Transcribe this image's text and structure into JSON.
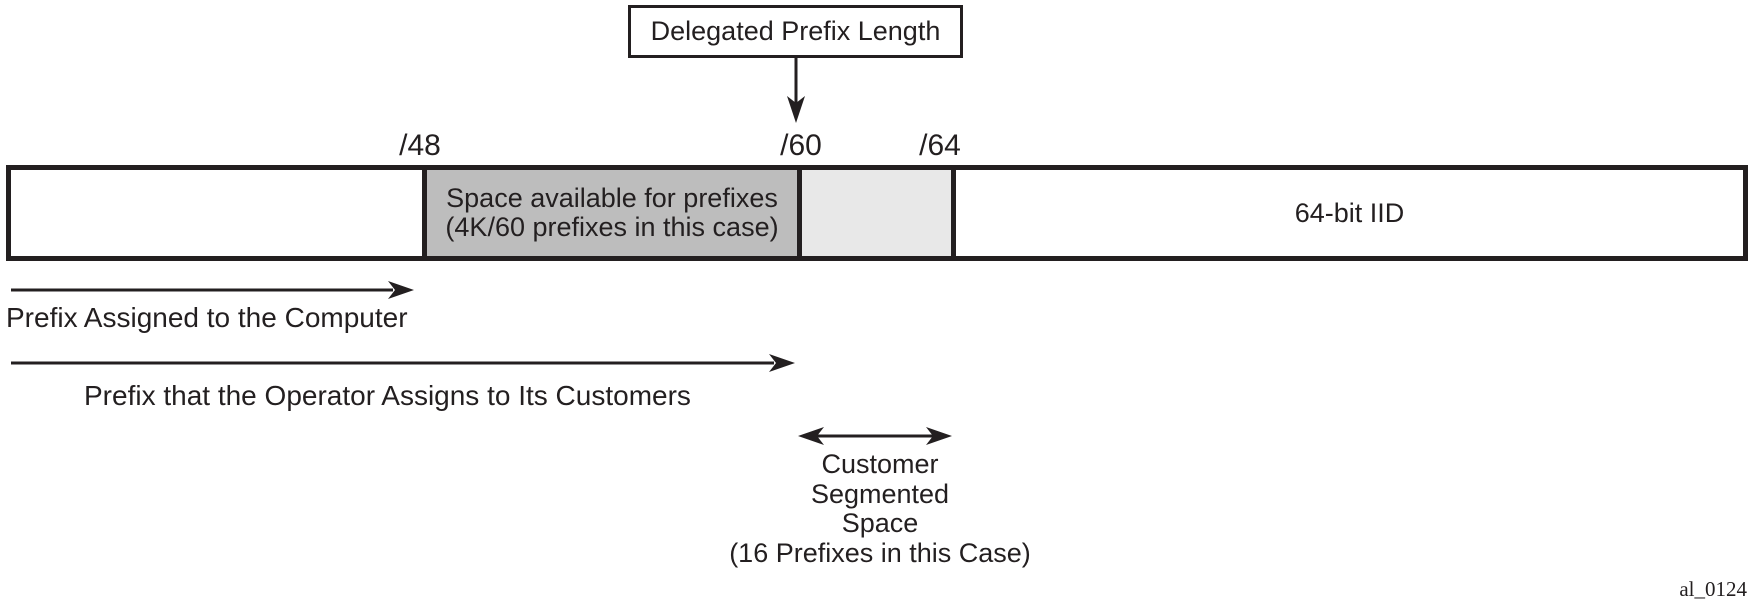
{
  "figure": {
    "callout_label": "Delegated Prefix Length",
    "ticks": [
      {
        "label": "/48"
      },
      {
        "label": "/60"
      },
      {
        "label": "/64"
      }
    ],
    "bar": {
      "available_space": {
        "line1": "Space available for prefixes",
        "line2": "(4K/60 prefixes in this case)"
      },
      "iid_label": "64-bit IID"
    },
    "annotations": {
      "computer_prefix_label": "Prefix Assigned to the Computer",
      "operator_prefix_label": "Prefix that the Operator Assigns to Its Customers",
      "customer_space": {
        "line1": "Customer",
        "line2": "Segmented",
        "line3": "Space",
        "line4": "(16 Prefixes in this Case)"
      }
    },
    "figure_id": "al_0124",
    "colors": {
      "ink": "#231f20",
      "segment_dark": "#bdbdbd",
      "segment_light": "#e8e8e8",
      "background": "#ffffff"
    }
  }
}
